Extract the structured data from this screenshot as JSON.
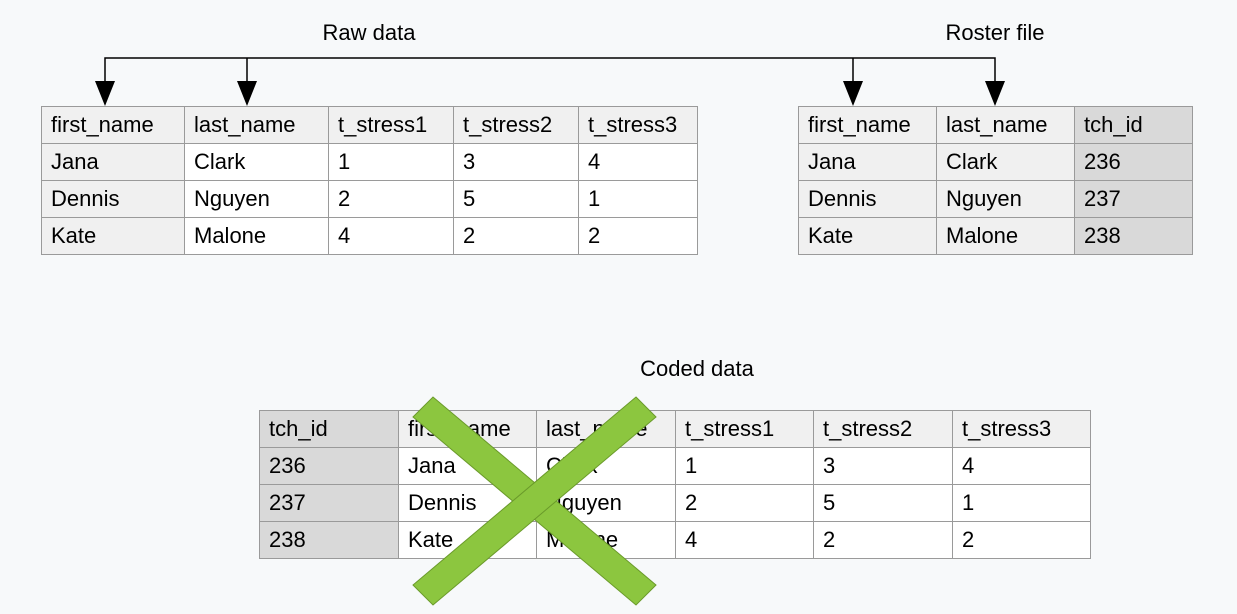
{
  "raw": {
    "caption": "Raw data",
    "columns": [
      "first_name",
      "last_name",
      "t_stress1",
      "t_stress2",
      "t_stress3"
    ],
    "rows": [
      [
        "Jana",
        "Clark",
        "1",
        "3",
        "4"
      ],
      [
        "Dennis",
        "Nguyen",
        "2",
        "5",
        "1"
      ],
      [
        "Kate",
        "Malone",
        "4",
        "2",
        "2"
      ]
    ]
  },
  "roster": {
    "caption": "Roster file",
    "columns": [
      "first_name",
      "last_name",
      "tch_id"
    ],
    "rows": [
      [
        "Jana",
        "Clark",
        "236"
      ],
      [
        "Dennis",
        "Nguyen",
        "237"
      ],
      [
        "Kate",
        "Malone",
        "238"
      ]
    ]
  },
  "coded": {
    "caption": "Coded data",
    "columns": [
      "tch_id",
      "first_name",
      "last_name",
      "t_stress1",
      "t_stress2",
      "t_stress3"
    ],
    "rows": [
      [
        "236",
        "Jana",
        "Clark",
        "1",
        "3",
        "4"
      ],
      [
        "237",
        "Dennis",
        "Nguyen",
        "2",
        "5",
        "1"
      ],
      [
        "238",
        "Kate",
        "Malone",
        "4",
        "2",
        "2"
      ]
    ]
  },
  "colors": {
    "cross": "#8cc63f",
    "cross_outline": "#6a9a2a",
    "key_column": "#d9d9d9",
    "label_column": "#f0f0f0"
  },
  "icons": {
    "cross": "x-mark-icon"
  }
}
